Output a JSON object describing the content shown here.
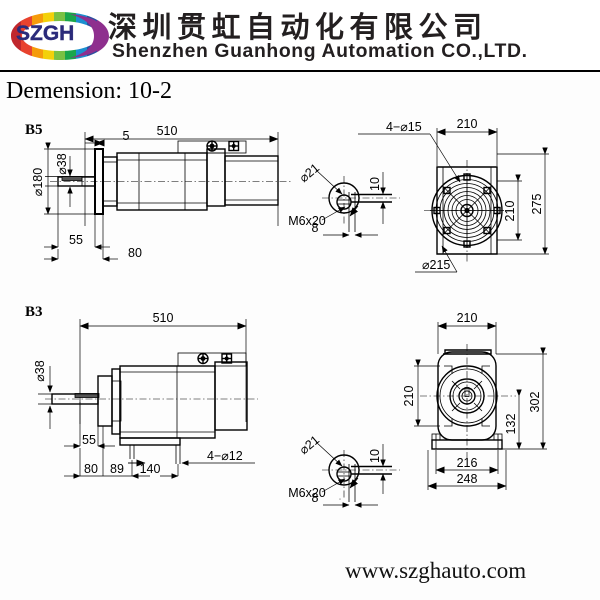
{
  "header": {
    "logo_text": "SZGH",
    "logo_name": "szgh-logo",
    "company_cn": "深圳贯虹自动化有限公司",
    "company_en": "Shenzhen Guanhong Automation CO.,LTD.",
    "logo_colors": [
      "#8e2f8e",
      "#2a4fa0",
      "#1b8fd0",
      "#1aa64b",
      "#7ac143",
      "#f3d10a",
      "#f59b0b",
      "#e8422e",
      "#c0272d"
    ],
    "brand_text_color": "#2b2b7a"
  },
  "title": "Demension: 10-2",
  "footer": {
    "url": "www.szghauto.com"
  },
  "drawings": {
    "b5": {
      "label": "B5",
      "side_view": {
        "overall_length": "510",
        "shaft_dia": "Ø38",
        "flange_dia": "Ø180",
        "flange_thickness": "5",
        "shaft_len": "55",
        "to_flange": "80"
      },
      "key_detail": {
        "shaft_dia": "Ø21",
        "tapped_hole": "M6x20",
        "key_height": "10",
        "key_width": "8"
      },
      "end_view": {
        "bolt_callout": "4−Ø15",
        "width": "210",
        "height": "210",
        "outer_height": "275",
        "pitch_circle": "Ø215"
      }
    },
    "b3": {
      "label": "B3",
      "side_view": {
        "overall_length": "510",
        "shaft_dia": "Ø38",
        "shaft_len": "55",
        "dim_a": "80",
        "dim_b": "89",
        "dim_c": "140",
        "foot_holes": "4−Ø12"
      },
      "key_detail": {
        "shaft_dia": "Ø21",
        "tapped_hole": "M6x20",
        "key_height": "10",
        "key_width": "8"
      },
      "end_view": {
        "width": "210",
        "height": "210",
        "foot_height": "132",
        "overall_height": "302",
        "foot_inner": "216",
        "foot_outer": "248"
      }
    }
  }
}
